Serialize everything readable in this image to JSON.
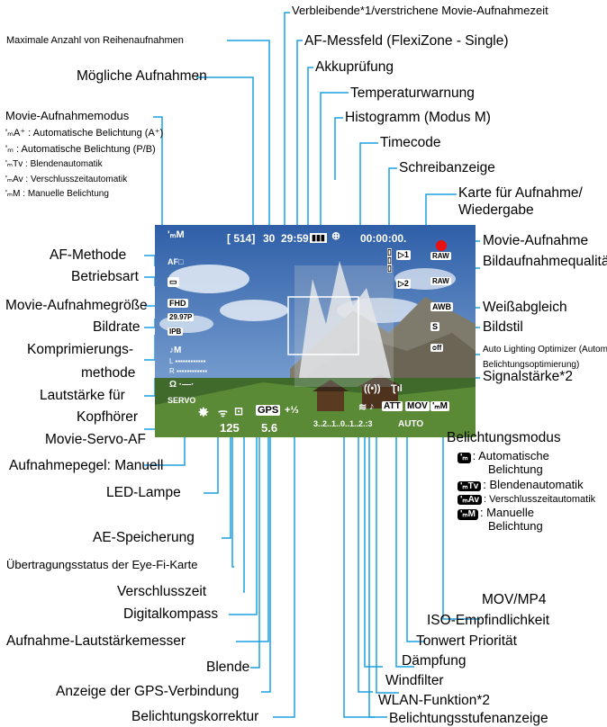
{
  "labels": {
    "verbleibende": "Verbleibende*1/verstrichene Movie-Aufnahmezeit",
    "max_reihen": "Maximale Anzahl von Reihenaufnahmen",
    "af_messfeld": "AF-Messfeld (FlexiZone - Single)",
    "moegliche": "Mögliche Aufnahmen",
    "akku": "Akkuprüfung",
    "temperatur": "Temperaturwarnung",
    "movie_modus": "Movie-Aufnahmemodus",
    "histogramm": "Histogramm (Modus M)",
    "timecode": "Timecode",
    "schreib": "Schreibanzeige",
    "karte1": "Karte für Aufnahme/",
    "karte2": "Wiedergabe",
    "af_methode": "AF-Methode",
    "betriebsart": "Betriebsart",
    "movie_groesse": "Movie-Aufnahmegröße",
    "bildrate": "Bildrate",
    "kompr1": "Komprimierungs-",
    "kompr2": "methode",
    "laut1": "Lautstärke für",
    "laut2": "Kopfhörer",
    "servo": "Movie-Servo-AF",
    "pegel": "Aufnahmepegel: Manuell",
    "led": "LED-Lampe",
    "ae": "AE-Speicherung",
    "eyefi": "Übertragungsstatus der Eye-Fi-Karte",
    "verschluss": "Verschlusszeit",
    "kompass": "Digitalkompass",
    "messer": "Aufnahme-Lautstärkemesser",
    "blende": "Blende",
    "gps": "Anzeige der GPS-Verbindung",
    "bel_korr": "Belichtungskorrektur",
    "movie_aufnahme": "Movie-Aufnahme",
    "bildqual": "Bildaufnahmequalität",
    "weiss": "Weißabgleich",
    "bildstil": "Bildstil",
    "alo1": "Auto Lighting Optimizer (Automatische",
    "alo2": "Belichtungsoptimierung)",
    "signal": "Signalstärke*2",
    "bel_modus": "Belichtungsmodus",
    "mov": "MOV/MP4",
    "iso": "ISO-Empfindlichkeit",
    "tonwert": "Tonwert Priorität",
    "daempfung": "Dämpfung",
    "wind": "Windfilter",
    "wlan": "WLAN-Funktion*2",
    "bel_stufe": "Belichtungsstufenanzeige"
  },
  "modes": [
    {
      "icon": "'ₘA⁺",
      "text": ": Automatische Belichtung (A⁺)"
    },
    {
      "icon": "'ₘ",
      "text": ": Automatische Belichtung (P/B)"
    },
    {
      "icon": "'ₘTv",
      "text": ": Blendenautomatik"
    },
    {
      "icon": "'ₘAv",
      "text": ": Verschlusszeitautomatik"
    },
    {
      "icon": "'ₘM",
      "text": ": Manuelle Belichtung"
    }
  ],
  "exposure_modes": [
    {
      "chip": "'ₘ",
      "text": ": Automatische",
      "cont": "Belichtung"
    },
    {
      "chip": "'ₘTv",
      "text": ": Blendenautomatik",
      "cont": ""
    },
    {
      "chip": "'ₘAv",
      "text": ": Verschlusszeitautomatik",
      "cont": ""
    },
    {
      "chip": "'ₘM",
      "text": ": Manuelle",
      "cont": "Belichtung"
    }
  ],
  "screen": {
    "shots": "[ 514]",
    "burst": "30",
    "time": "29:59",
    "timecode": "00:00:00.",
    "shutter": "125",
    "aperture": "5.6",
    "comp": "+⅓",
    "scale": "3..2..1..0..1..2.:3",
    "iso": "AUTO",
    "mov": "MOV",
    "att": "ATT",
    "gps": "GPS",
    "fhd": "FHD",
    "fps": "29.97P",
    "ipb": "IPB",
    "awb": "AWB",
    "style": "S",
    "raw": "RAW",
    "servo": "SERVO",
    "af": "AF□"
  },
  "colors": {
    "line": "#1aa0e0",
    "record": "#e81010"
  }
}
